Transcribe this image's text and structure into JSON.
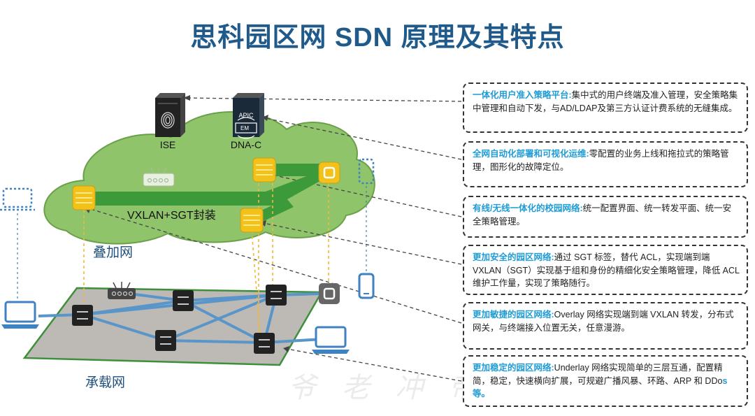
{
  "title": "思科园区网 SDN 原理及其特点",
  "labels": {
    "ise": "ISE",
    "dnac": "DNA-C",
    "apic": "APIC",
    "em": "EM",
    "vxlan": "VXLAN+SGT封装",
    "overlay": "叠加网",
    "underlay": "承载网"
  },
  "features": [
    {
      "head": "一体化用户准入策略平台:",
      "body": "集中式的用户终端及准入管理，安全策略集中管理和自动下发，与AD/LDAP及第三方认证计费系统的无缝集成。",
      "tail": ""
    },
    {
      "head": "全网自动化部署和可视化运维:",
      "body": "零配置的业务上线和拖拉式的策略管理，图形化的故障定位。",
      "tail": ""
    },
    {
      "head": "有线/无线一体化的校园网络:",
      "body": "统一配置界面、统一转发平面、统一安全策略管理。",
      "tail": ""
    },
    {
      "head": "更加安全的园区网络:",
      "body": "通过 SGT 标签，替代 ACL，实现端到端 VXLAN（SGT）实现基于组和身份的精细化安全策略管理，降低 ACL 维护工作量，实现了策略随行。",
      "tail": ""
    },
    {
      "head": "更加敏捷的园区网络:",
      "body": "Overlay 网络实现端到端 VXLAN 转发，分布式网关，与终端接入位置无关，任意漫游。",
      "tail": ""
    },
    {
      "head": "更加稳定的园区网络:",
      "body": "Underlay 网络实现简单的三层互通，配置精简，稳定，快速横向扩展，可规避广播风暴、环路、ARP 和 DDo",
      "tail": "s等。"
    }
  ],
  "colors": {
    "title": "#1f5a8a",
    "cloud": "#8fc46a",
    "tunnel": "#3d9a3a",
    "node": "#f3c21a",
    "link": "#5a95c9",
    "highlight": "#1f9bd6"
  }
}
